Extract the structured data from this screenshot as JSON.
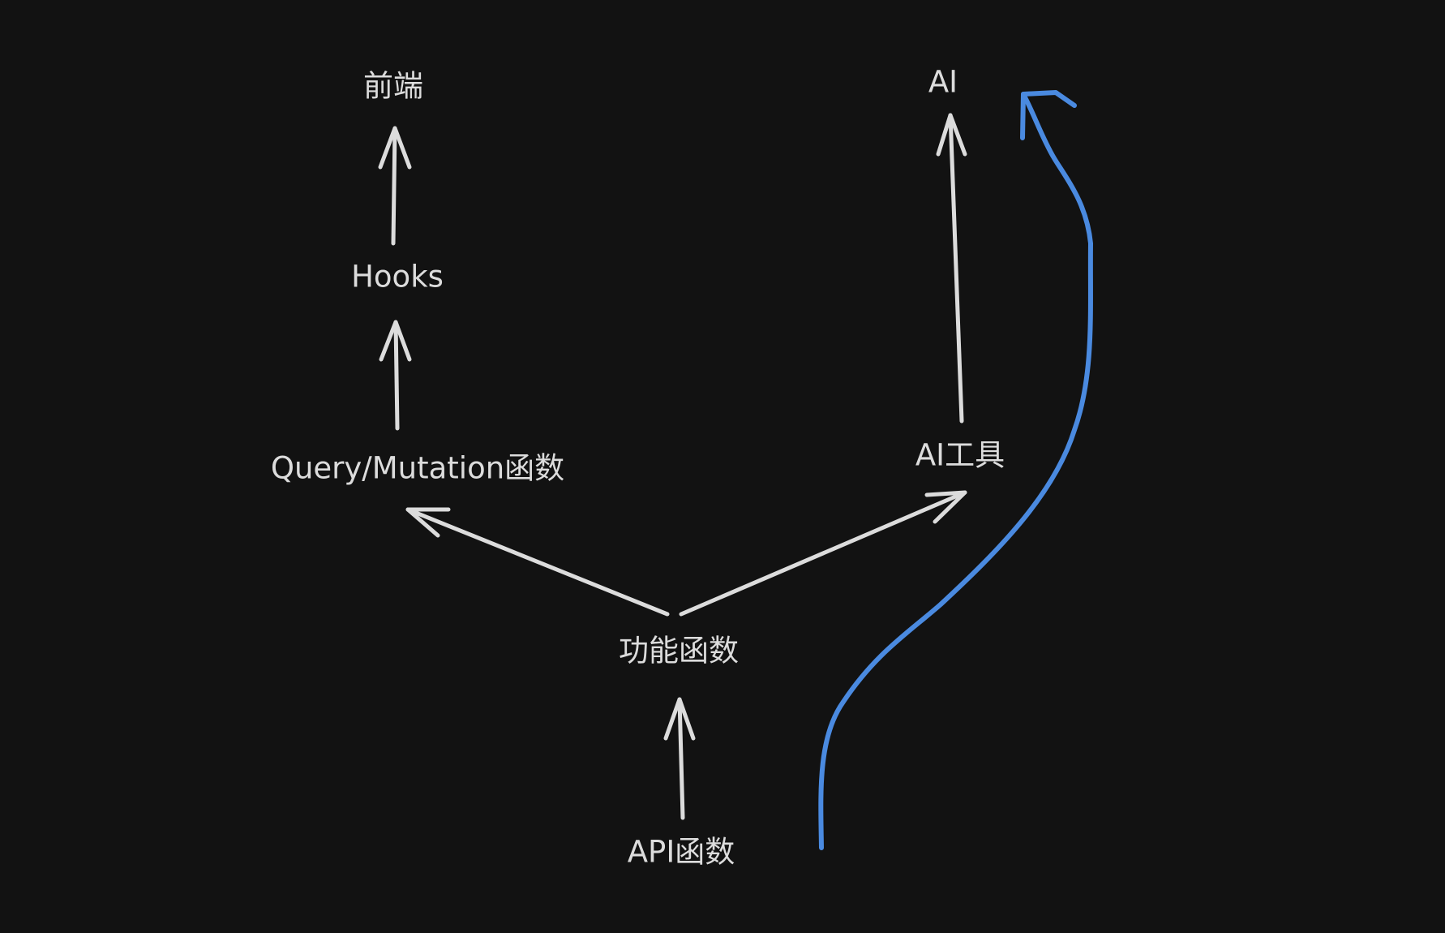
{
  "nodes": {
    "frontend": "前端",
    "hooks": "Hooks",
    "query_mutation": "Query/Mutation函数",
    "feature_functions": "功能函数",
    "api_functions": "API函数",
    "ai_tools": "AI工具",
    "ai": "AI"
  },
  "colors": {
    "background": "#121212",
    "foreground": "#dcdcdc",
    "accent": "#4a8ae0"
  }
}
